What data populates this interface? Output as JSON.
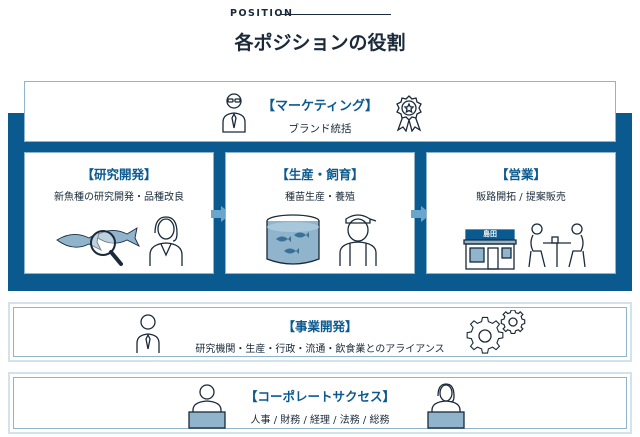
{
  "header": {
    "section_label": "POSITION",
    "title": "各ポジションの役割"
  },
  "marketing": {
    "label": "【マーケティング】",
    "sub": "ブランド統括"
  },
  "research": {
    "label": "【研究開発】",
    "sub": "新魚種の研究開発・品種改良"
  },
  "production": {
    "label": "【生産・飼育】",
    "sub": "種苗生産・養殖"
  },
  "sales": {
    "label": "【営業】",
    "sub": "販路開拓 / 提案販売",
    "shop_sign": "島田"
  },
  "business": {
    "label": "【事業開発】",
    "sub": "研究機関・生産・行政・流通・飲食業とのアライアンス"
  },
  "corporate": {
    "label": "【コーポレートサクセス】",
    "sub": "人事 / 財務 / 経理 / 法務 / 総務"
  },
  "colors": {
    "accent": "#0b5a8f",
    "light_border": "#8fb4cc",
    "text": "#1a2a3a",
    "arrow": "#6aa6cc"
  }
}
